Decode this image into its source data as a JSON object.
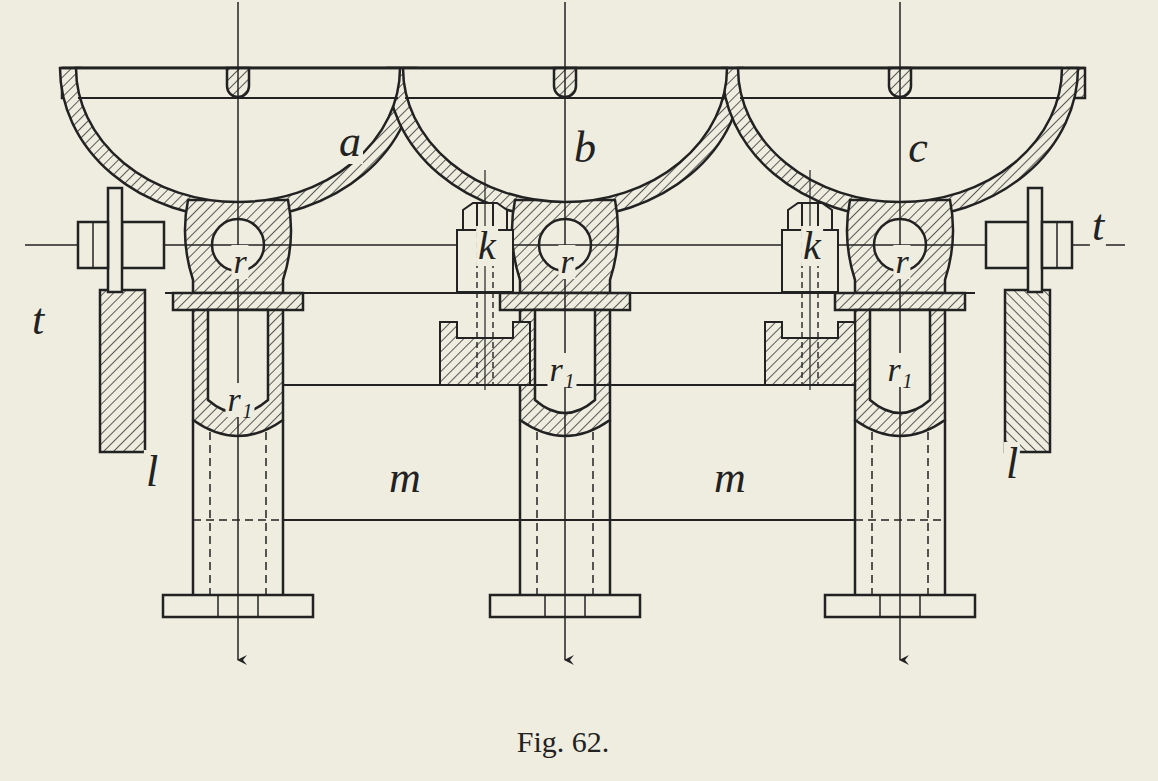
{
  "diagram": {
    "caption": "Fig. 62.",
    "labels": [
      "a",
      "b",
      "c",
      "t",
      "r",
      "k",
      "r",
      "k",
      "r",
      "t",
      "r₁",
      "r₁",
      "r₁",
      "l",
      "m",
      "m",
      "l"
    ]
  }
}
